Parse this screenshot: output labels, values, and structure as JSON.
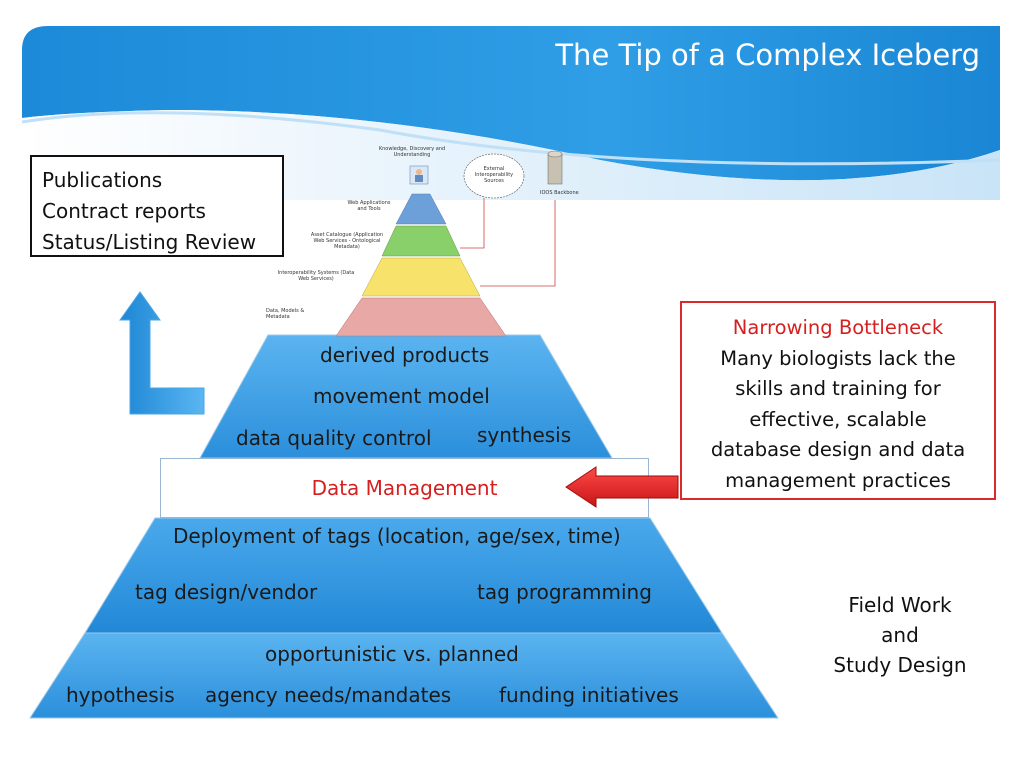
{
  "header": {
    "title": "The Tip of a Complex Iceberg"
  },
  "publications_box": {
    "lines": [
      "Publications",
      "Contract reports",
      "Status/Listing Review"
    ]
  },
  "bottleneck_box": {
    "title": "Narrowing Bottleneck",
    "lines": [
      "Many biologists lack the",
      "skills and training for",
      "effective, scalable",
      "database design and data",
      "management practices"
    ]
  },
  "pyramid": {
    "top_layer": {
      "items": [
        "derived products",
        "movement model",
        "data quality control",
        "synthesis"
      ]
    },
    "data_management": "Data Management",
    "middle_layer": {
      "items": [
        "Deployment of tags (location, age/sex, time)",
        "tag design/vendor",
        "tag programming"
      ]
    },
    "bottom_layer": {
      "items": [
        "opportunistic vs. planned",
        "hypothesis",
        "agency needs/mandates",
        "funding initiatives"
      ]
    }
  },
  "field_work": {
    "lines": [
      "Field Work",
      "and",
      "Study Design"
    ]
  },
  "mini_diagram": {
    "labels": {
      "knowledge": "Knowledge, Discovery and Understanding",
      "web_apps": "Web Applications and Tools",
      "asset_catalogue": "Asset Catalogue (Application Web Services - Ontological Metadata)",
      "interop": "Interoperability Systems (Data Web Services)",
      "data_models": "Data, Models & Metadata",
      "ioos": "IOOS Backbone",
      "external": "External Interoperability Sources"
    }
  },
  "colors": {
    "pyramid_blue": "#3d9be3",
    "banner_blue": "#1d8fdc",
    "accent_red": "#d61f1f"
  }
}
